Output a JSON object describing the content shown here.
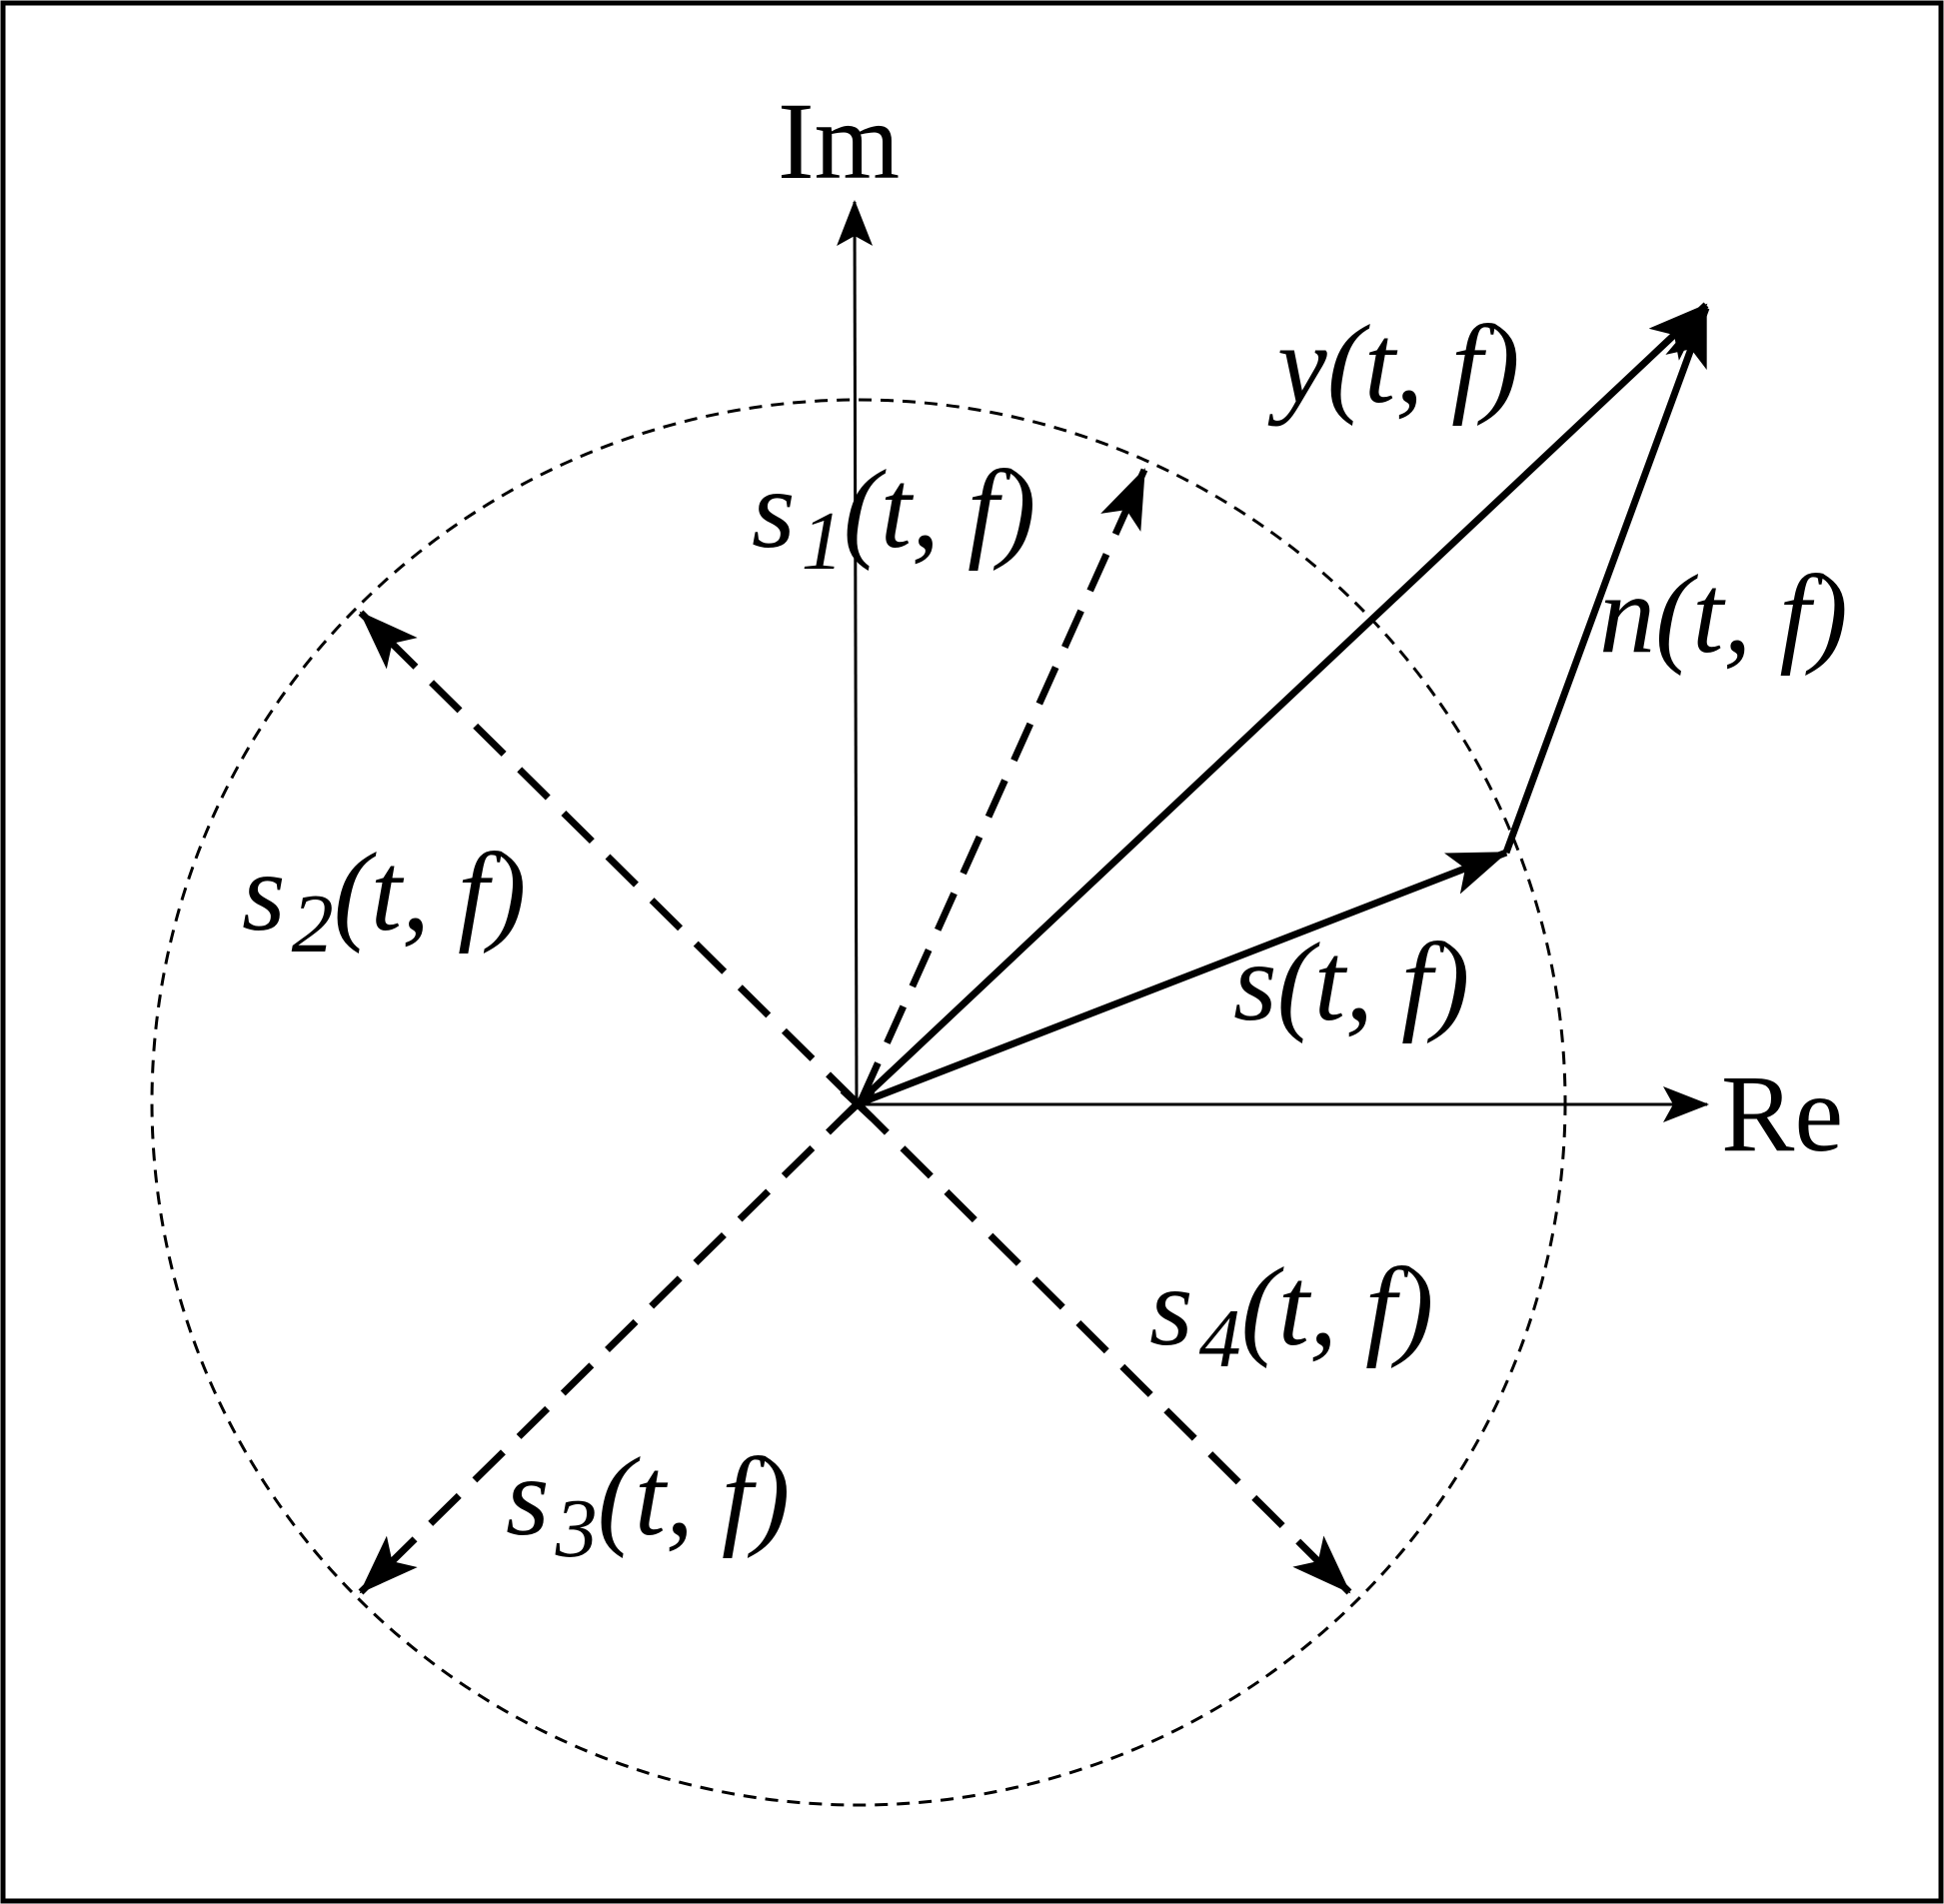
{
  "axes": {
    "real_label": "Re",
    "imag_label": "Im"
  },
  "vectors": {
    "y": {
      "name": "y",
      "args": "(t, f)"
    },
    "n": {
      "name": "n",
      "args": "(t, f)"
    },
    "s": {
      "name": "s",
      "args": "(t, f)"
    },
    "s1": {
      "name": "s",
      "sub": "1",
      "args": "(t, f)"
    },
    "s2": {
      "name": "s",
      "sub": "2",
      "args": "(t, f)"
    },
    "s3": {
      "name": "s",
      "sub": "3",
      "args": "(t, f)"
    },
    "s4": {
      "name": "s",
      "sub": "4",
      "args": "(t, f)"
    }
  },
  "colors": {
    "stroke": "#000000",
    "background": "#ffffff"
  }
}
